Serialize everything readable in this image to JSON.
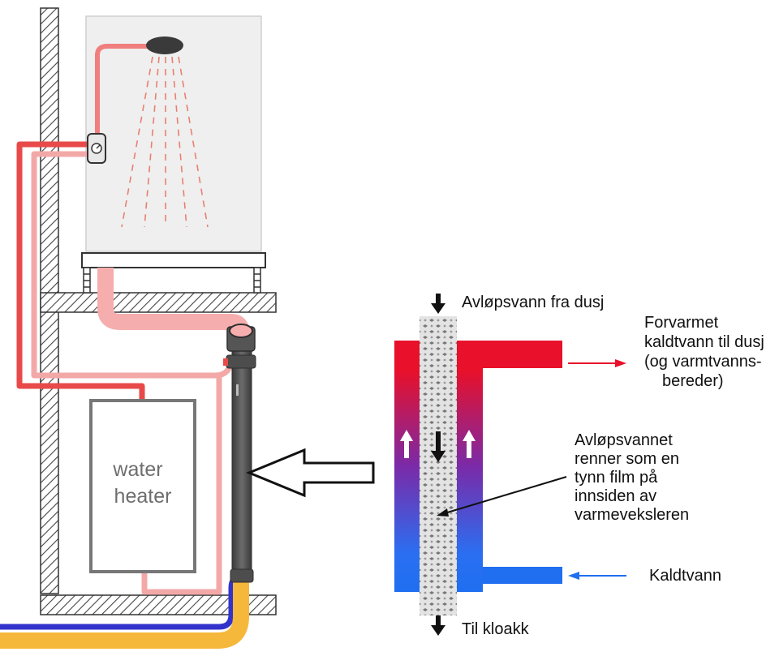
{
  "heater": {
    "line1": "water",
    "line2": "heater"
  },
  "labels": {
    "drain_in": "Avløpsvann fra dusj",
    "preheated": [
      "Forvarmet",
      "kaldtvann til dusj",
      "(og varmtvanns-",
      "bereder)"
    ],
    "film": [
      "Avløpsvannet",
      "renner som en",
      "tynn film på",
      "innsiden av",
      "varmeveksleren"
    ],
    "cold": "Kaldtvann",
    "sewer": "Til kloakk"
  },
  "colors": {
    "hot_pipe": "#e84a4a",
    "warm_pipe": "#f3a8a8",
    "cold_pipe": "#3333cc",
    "gas_pipe": "#f6b83a",
    "exchanger": "#555555",
    "hot_water": "#e8102a",
    "cold_water": "#1f6ff0"
  }
}
